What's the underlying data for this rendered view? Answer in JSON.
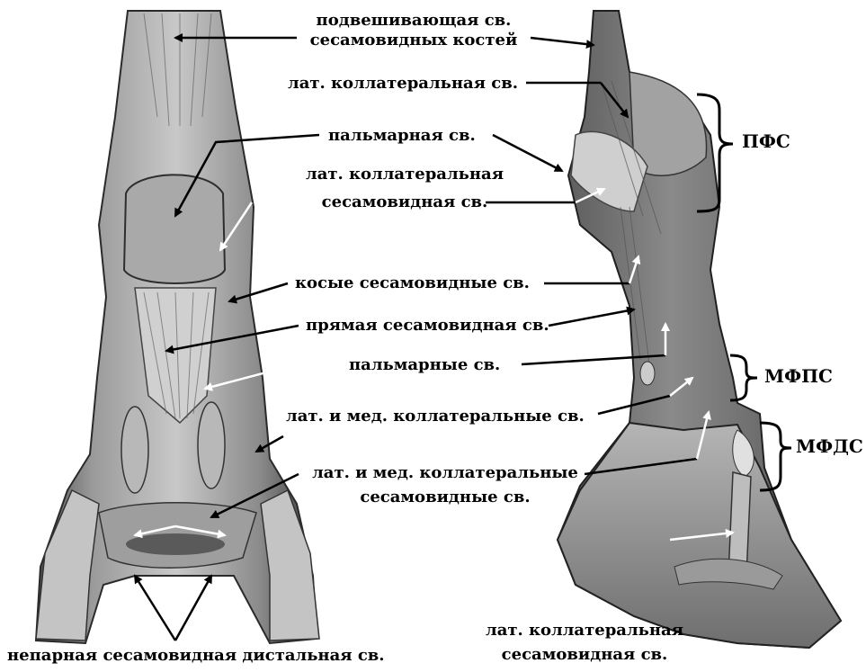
{
  "labels": {
    "suspensory_1": "подвешивающая св.",
    "suspensory_2": "сесамовидных костей",
    "lat_collateral": "лат. коллатеральная св.",
    "palmar": "пальмарная св.",
    "lat_coll_sesamoid_1": "лат. коллатеральная",
    "lat_coll_sesamoid_2": "сесамовидная св.",
    "oblique": "косые сесамовидные св.",
    "straight": "прямая сесамовидная св.",
    "palmars": "пальмарные св.",
    "lat_med_collateral": "лат. и мед. коллатеральные св.",
    "lat_med_coll_sesamoid_1": "лат. и мед. коллатеральные",
    "lat_med_coll_sesamoid_2": "сесамовидные св.",
    "distal_sesamoid": "непарная сесамовидная дистальная св.",
    "bottom_right_1": "лат. коллатеральная",
    "bottom_right_2": "сесамовидная св.",
    "pfs": "ПФС",
    "mfps": "МФПС",
    "mfds": "МФДС"
  },
  "colors": {
    "bone_light": "#c9c9c9",
    "bone_mid": "#8c8c8c",
    "tissue_dark": "#3a3a3a",
    "arrow_black": "#000000",
    "arrow_white": "#ffffff"
  }
}
